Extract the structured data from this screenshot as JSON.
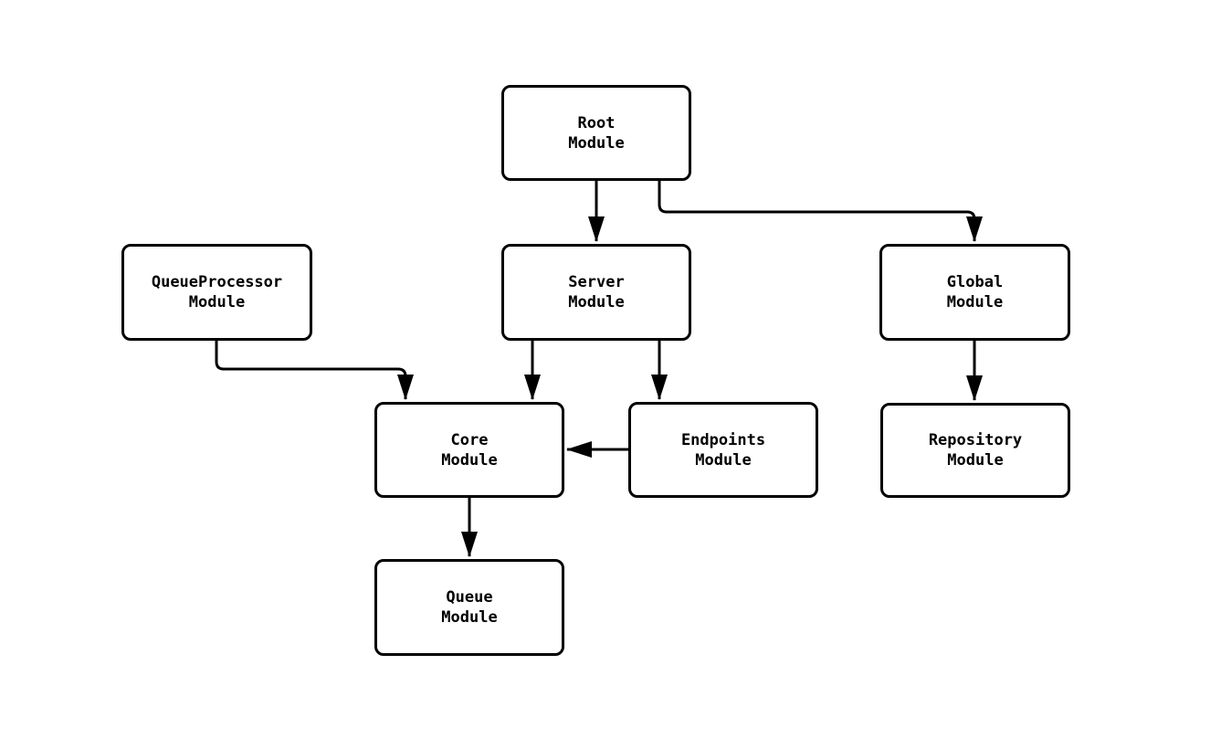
{
  "diagram": {
    "type": "module-dependency-graph",
    "colors": {
      "background": "#ffffff",
      "node_fill": "#ffffff",
      "node_border": "#000000",
      "edge": "#000000",
      "text": "#000000"
    },
    "nodes": [
      {
        "id": "root",
        "line1": "Root",
        "line2": "Module"
      },
      {
        "id": "queueprocessor",
        "line1": "QueueProcessor",
        "line2": "Module"
      },
      {
        "id": "server",
        "line1": "Server",
        "line2": "Module"
      },
      {
        "id": "global",
        "line1": "Global",
        "line2": "Module"
      },
      {
        "id": "core",
        "line1": "Core",
        "line2": "Module"
      },
      {
        "id": "endpoints",
        "line1": "Endpoints",
        "line2": "Module"
      },
      {
        "id": "repository",
        "line1": "Repository",
        "line2": "Module"
      },
      {
        "id": "queue",
        "line1": "Queue",
        "line2": "Module"
      }
    ],
    "edges": [
      {
        "from": "root",
        "to": "server"
      },
      {
        "from": "root",
        "to": "global"
      },
      {
        "from": "queueprocessor",
        "to": "core"
      },
      {
        "from": "server",
        "to": "core"
      },
      {
        "from": "server",
        "to": "endpoints"
      },
      {
        "from": "endpoints",
        "to": "core"
      },
      {
        "from": "global",
        "to": "repository"
      },
      {
        "from": "core",
        "to": "queue"
      }
    ]
  }
}
